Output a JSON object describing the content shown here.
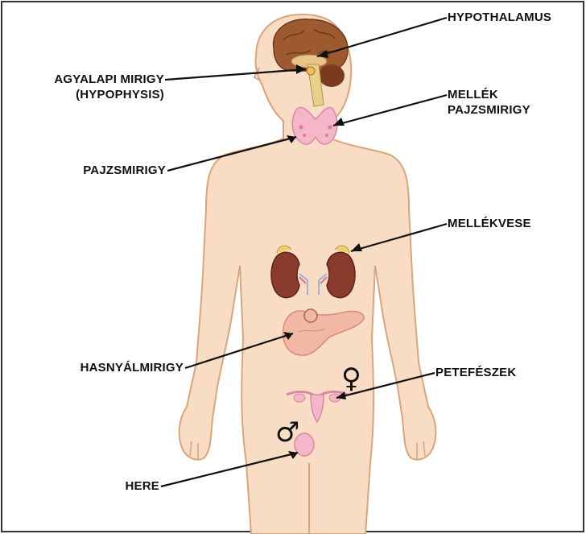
{
  "labels": {
    "hypothalamus": "HYPOTHALAMUS",
    "pituitary_line1": "AGYALAPI MIRIGY",
    "pituitary_line2": "(HYPOPHYSIS)",
    "parathyroid_line1": "MELLÉK",
    "parathyroid_line2": "PAJZSMIRIGY",
    "thyroid": "PAJZSMIRIGY",
    "adrenal": "MELLÉKVESE",
    "pancreas": "HASNYÁLMIRIGY",
    "ovary": "PETEFÉSZEK",
    "testis": "HERE"
  },
  "symbols": {
    "female": "♀",
    "male": "♂"
  },
  "colors": {
    "skin": "#f8dcc4",
    "skin_outline": "#d9a57c",
    "brain": "#9c5a2e",
    "kidney": "#8b3a2e",
    "gland_pink": "#f4b6c8",
    "pancreas": "#f2b8a6"
  }
}
